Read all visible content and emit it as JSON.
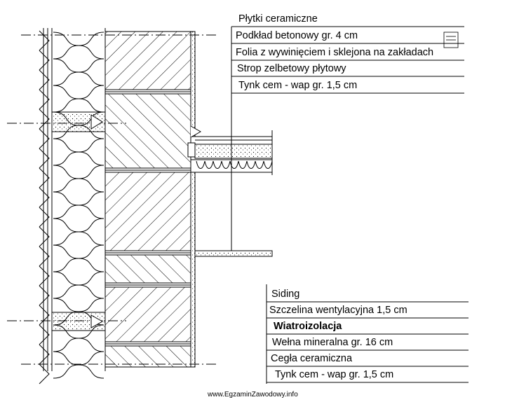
{
  "labels_top": [
    "Płytki ceramiczne",
    "Podkład betonowy gr. 4 cm",
    "Folia z wywinięciem i sklejona na zakładach",
    "Strop zelbetowy płytowy",
    "Tynk cem - wap gr. 1,5 cm"
  ],
  "labels_bottom": [
    "Siding",
    "Szczelina wentylacyjna 1,5 cm",
    "Wiatroizolacja",
    "Wełna mineralna gr. 16 cm",
    "Cegła ceramiczna",
    "Tynk cem - wap gr. 1,5 cm"
  ],
  "footer": "www.EgzaminZawodowy.info"
}
